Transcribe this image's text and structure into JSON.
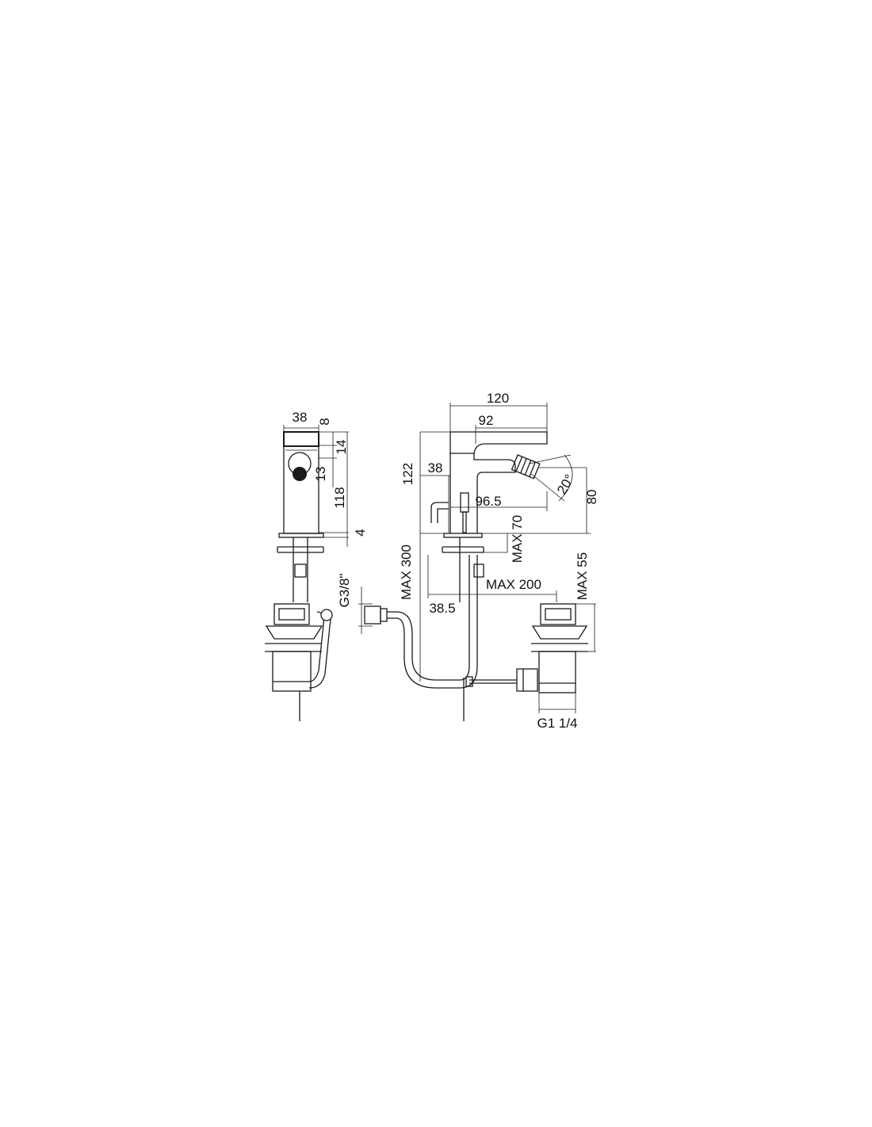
{
  "side_view": {
    "width": "38",
    "top_offset": "8",
    "handle_thickness": "14",
    "aerator_height": "13",
    "body_height": "118",
    "base": "4",
    "supply_thread": "G3/8\""
  },
  "front_view": {
    "overall_depth": "120",
    "lever_length": "92",
    "spout_height": "38",
    "total_height": "122",
    "spout_reach": "96.5",
    "tilt_angle": "20°",
    "jet_height": "80",
    "max_deck": "MAX 70",
    "max_hose": "MAX 300",
    "max_rod": "MAX 200",
    "rod_offset": "38.5",
    "max_bowl": "MAX 55",
    "waste_thread": "G1 1/4"
  }
}
